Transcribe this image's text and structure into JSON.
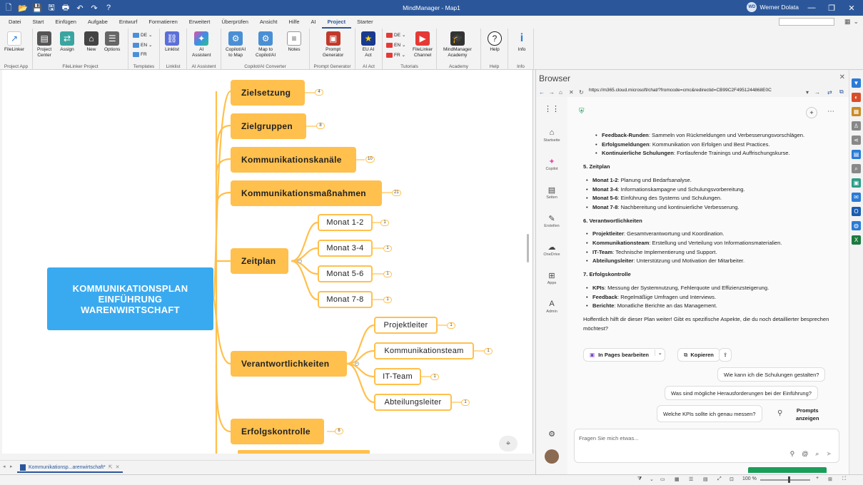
{
  "window": {
    "title": "MindManager - Map1",
    "user_initials": "WD",
    "user_name": "Werner Dolata"
  },
  "menu_tabs": [
    "Datei",
    "Start",
    "Einfügen",
    "Aufgabe",
    "Entwurf",
    "Formatieren",
    "Erweitert",
    "Überprüfen",
    "Ansicht",
    "Hilfe",
    "AI",
    "Project",
    "Starter"
  ],
  "active_tab": "Project",
  "ribbon": {
    "filelinker": "FileLinker",
    "project_center": "Project\nCenter",
    "assign": "Assign",
    "new": "New",
    "options": "Options",
    "de": "DE",
    "en": "EN",
    "fr": "FR",
    "linklist": "Linklist",
    "ai_assistent": "AI\nAssistent",
    "copilot_to_map": "Copilot/AI\nto Map",
    "map_to_copilot": "Map to\nCopilot/AI",
    "notes": "Notes",
    "prompt_generator": "Prompt\nGenerator",
    "eu_ai_act": "EU AI\nAct",
    "filelinker_channel": "FileLinker\nChannel",
    "mindmanager_academy": "MindManager\nAcademy",
    "help": "Help",
    "info": "Info",
    "groups": {
      "project_app": "Project App",
      "filelinker_project": "FileLinker Project",
      "templates": "Templates",
      "linklist": "Linklist",
      "ai_assistent": "AI Assistent",
      "copilot_converter": "Copilot/AI Converter",
      "prompt_generator": "Prompt Generator",
      "ai_act": "AI Act",
      "tutorials": "Tutorials",
      "academy": "Academy",
      "help": "Help",
      "info": "Info"
    }
  },
  "map": {
    "central": "KOMMUNIKATIONSPLAN\nEINFÜHRUNG\nWARENWIRTSCHAFT",
    "topics": [
      {
        "label": "Zielsetzung",
        "badge": "4"
      },
      {
        "label": "Zielgruppen",
        "badge": "8"
      },
      {
        "label": "Kommunikationskanäle",
        "badge": "10"
      },
      {
        "label": "Kommunikationsmaßnahmen",
        "badge": "21"
      },
      {
        "label": "Zeitplan",
        "badge": ""
      },
      {
        "label": "Verantwortlichkeiten",
        "badge": ""
      },
      {
        "label": "Erfolgskontrolle",
        "badge": "6"
      }
    ],
    "zeitplan_subs": [
      {
        "label": "Monat 1-2",
        "badge": "1"
      },
      {
        "label": "Monat 3-4",
        "badge": "1"
      },
      {
        "label": "Monat 5-6",
        "badge": "1"
      },
      {
        "label": "Monat 7-8",
        "badge": "1"
      }
    ],
    "verantwortlich_subs": [
      {
        "label": "Projektleiter",
        "badge": "1"
      },
      {
        "label": "Kommunikationsteam",
        "badge": "1"
      },
      {
        "label": "IT-Team",
        "badge": "1"
      },
      {
        "label": "Abteilungsleiter",
        "badge": "1"
      }
    ]
  },
  "doc_tab": "Kommunikationsp...arenwirtschaft*",
  "browser": {
    "title": "Browser",
    "url": "https://m365.cloud.microsoft/chat/?fromcode=cmc&redirectid=CB99C2F4951244868E0C",
    "rail": [
      "Startseite",
      "Copilot",
      "Seiten",
      "Erstellen",
      "OneDrive",
      "Apps",
      "Admin"
    ],
    "chat": {
      "top_bullets": [
        {
          "b": "Feedback-Runden",
          "t": ": Sammeln von Rückmeldungen und Verbesserungsvorschlägen."
        },
        {
          "b": "Erfolgsmeldungen",
          "t": ": Kommunikation von Erfolgen und Best Practices."
        },
        {
          "b": "Kontinuierliche Schulungen",
          "t": ": Fortlaufende Trainings und Auffrischungskurse."
        }
      ],
      "s5": "5. Zeitplan",
      "s5_items": [
        {
          "b": "Monat 1-2",
          "t": ": Planung und Bedarfsanalyse."
        },
        {
          "b": "Monat 3-4",
          "t": ": Informationskampagne und Schulungsvorbereitung."
        },
        {
          "b": "Monat 5-6",
          "t": ": Einführung des Systems und Schulungen."
        },
        {
          "b": "Monat 7-8",
          "t": ": Nachbereitung und kontinuierliche Verbesserung."
        }
      ],
      "s6": "6. Verantwortlichkeiten",
      "s6_items": [
        {
          "b": "Projektleiter",
          "t": ": Gesamtverantwortung und Koordination."
        },
        {
          "b": "Kommunikationsteam",
          "t": ": Erstellung und Verteilung von Informationsmaterialien."
        },
        {
          "b": "IT-Team",
          "t": ": Technische Implementierung und Support."
        },
        {
          "b": "Abteilungsleiter",
          "t": ": Unterstützung und Motivation der Mitarbeiter."
        }
      ],
      "s7": "7. Erfolgskontrolle",
      "s7_items": [
        {
          "b": "KPIs",
          "t": ": Messung der Systemnutzung, Fehlerquote und Effizienzsteigerung."
        },
        {
          "b": "Feedback",
          "t": ": Regelmäßige Umfragen und Interviews."
        },
        {
          "b": "Berichte",
          "t": ": Monatliche Berichte an das Management."
        }
      ],
      "closing": "Hoffentlich hilft dir dieser Plan weiter! Gibt es spezifische Aspekte, die du noch detaillierter besprechen möchtest?"
    },
    "actions": {
      "edit_pages": "In Pages bearbeiten",
      "copy": "Kopieren"
    },
    "suggestions": [
      "Wie kann ich die Schulungen gestalten?",
      "Was sind mögliche Herausforderungen bei der Einführung?",
      "Welche KPIs sollte ich genau messen?"
    ],
    "prompts_label": "Prompts\nanzeigen",
    "input_placeholder": "Fragen Sie mich etwas..."
  },
  "status": {
    "zoom": "100 %"
  }
}
